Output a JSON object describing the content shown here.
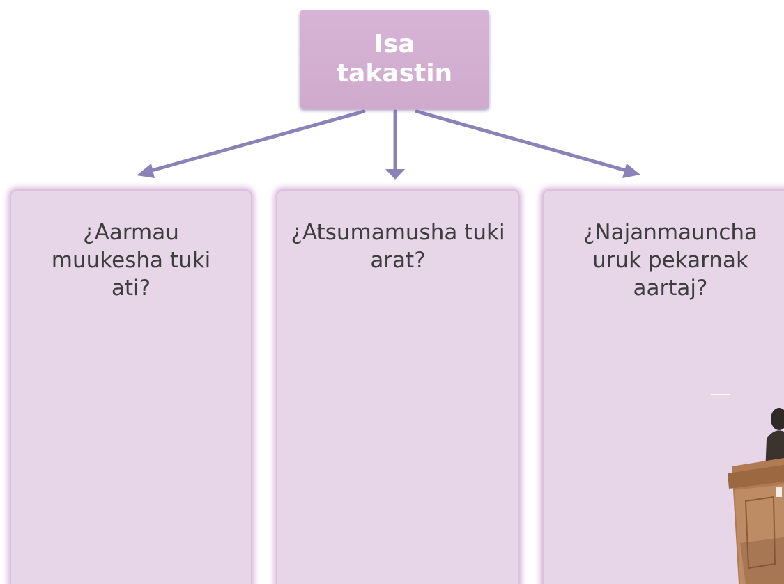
{
  "top_node": {
    "title": "Isa takastin"
  },
  "cards": [
    {
      "question": "¿Aarmau muukesha tuki ati?"
    },
    {
      "question": "¿Atsumamusha tuki arat?"
    },
    {
      "question": "¿Najanmauncha uruk pekarnak aartaj?"
    }
  ],
  "colors": {
    "node_fill": "#d4b0d3",
    "card_fill": "#e6d6e7",
    "arrow": "#8b82b8"
  },
  "illustration": {
    "icon": "person-at-podium-illustration"
  }
}
